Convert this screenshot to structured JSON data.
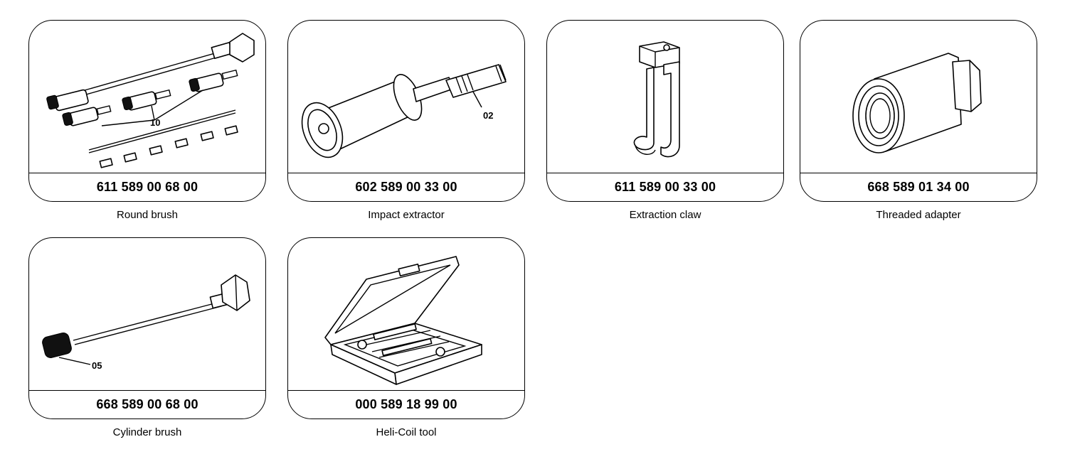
{
  "tools": [
    {
      "part_number": "611 589 00 68 00",
      "caption": "Round brush",
      "callout": "10",
      "icon": "round-brush-set-icon"
    },
    {
      "part_number": "602 589 00 33 00",
      "caption": "Impact extractor",
      "callout": "02",
      "icon": "impact-extractor-icon"
    },
    {
      "part_number": "611 589 00 33 00",
      "caption": "Extraction claw",
      "callout": "",
      "icon": "extraction-claw-icon"
    },
    {
      "part_number": "668 589 01 34 00",
      "caption": "Threaded adapter",
      "callout": "",
      "icon": "threaded-adapter-icon"
    },
    {
      "part_number": "668 589 00 68 00",
      "caption": "Cylinder brush",
      "callout": "05",
      "icon": "cylinder-brush-icon"
    },
    {
      "part_number": "000 589 18 99 00",
      "caption": "Heli-Coil tool",
      "callout": "",
      "icon": "heli-coil-case-icon"
    }
  ]
}
